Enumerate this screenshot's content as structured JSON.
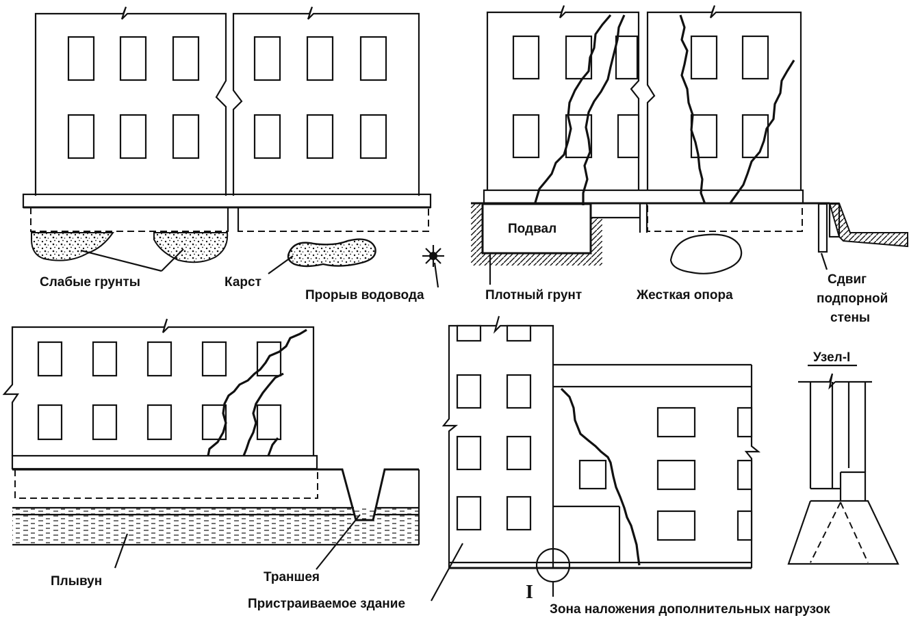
{
  "labels": {
    "weak_soils": "Слабые грунты",
    "karst": "Карст",
    "pipe_burst": "Прорыв водовода",
    "basement": "Подвал",
    "dense_soil": "Плотный грунт",
    "rigid_support": "Жесткая опора",
    "retaining_wall_shift_1": "Сдвиг",
    "retaining_wall_shift_2": "подпорной",
    "retaining_wall_shift_3": "стены",
    "quicksand": "Плывун",
    "trench": "Траншея",
    "added_building": "Пристраиваемое здание",
    "node_title": "Узел-I",
    "node_marker": "I",
    "extra_load_zone": "Зона наложения дополнительных нагрузок"
  }
}
